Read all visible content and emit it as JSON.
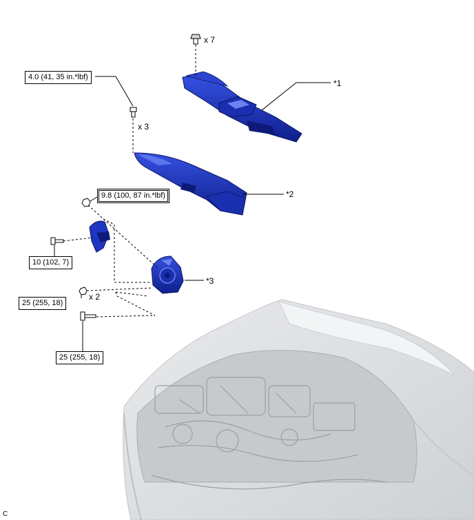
{
  "callouts": {
    "part1": "*1",
    "part2": "*2",
    "part3": "*3"
  },
  "quantities": {
    "clips": "x 7",
    "bolts_cover": "x 3",
    "bolts_lower": "x 2"
  },
  "torques": {
    "cover_bolt": "4.0 (41, 35 in.*lbf)",
    "nut": "9.8 (100, 87 in.*lbf)",
    "harness_bolt": "10 (102, 7)",
    "bracket_bolt_a": "25 (255, 18)",
    "bracket_bolt_b": "25 (255, 18)"
  },
  "corner_code": "C",
  "colors": {
    "part_blue": "#1a2fb0",
    "part_shade": "#0d1a7a",
    "engine_gray": "#b9bcc0",
    "line": "#000000"
  },
  "icons": {
    "clip": "push-clip-icon",
    "bolt": "flange-bolt-icon",
    "nut": "hex-nut-icon"
  }
}
